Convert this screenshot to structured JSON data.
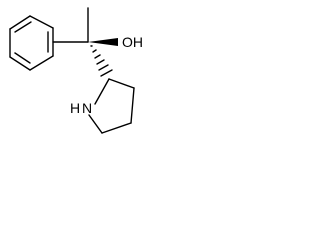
{
  "molecule": {
    "atom_labels": {
      "hydroxyl": "OH",
      "amine": "N",
      "amine_h": "H"
    },
    "stereo": {
      "carbinol_to_oh": "wedge",
      "carbinol_to_pyrrolidine": "hash"
    },
    "colors": {
      "ink": "#000000",
      "background": "#ffffff"
    }
  }
}
